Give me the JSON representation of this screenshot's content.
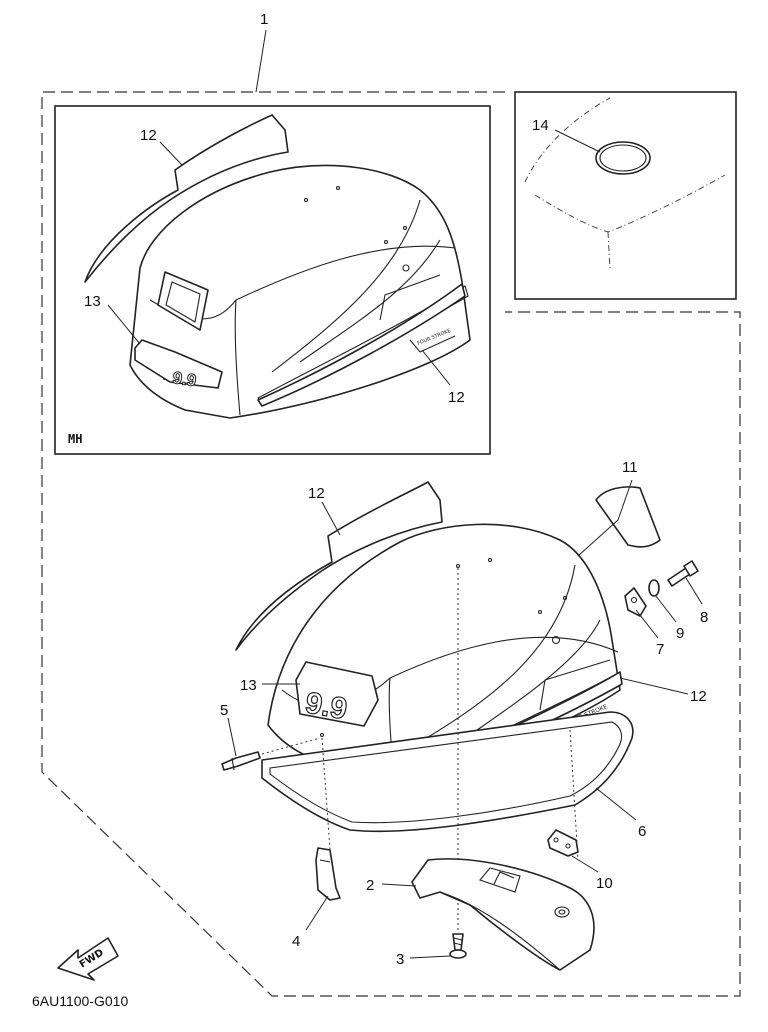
{
  "callouts": {
    "c1": "1",
    "c2": "2",
    "c3": "3",
    "c4": "4",
    "c5": "5",
    "c6": "6",
    "c7": "7",
    "c8": "8",
    "c9": "9",
    "c10": "10",
    "c11": "11",
    "c12_inset_top": "12",
    "c12_inset_side": "12",
    "c12_main_top": "12",
    "c12_main_side": "12",
    "c13_inset": "13",
    "c13_main": "13",
    "c14": "14"
  },
  "inset_label": "MH",
  "fwd_label": "FWD",
  "decal_text": "9.9",
  "drawing_code": "6AU1100-G010"
}
